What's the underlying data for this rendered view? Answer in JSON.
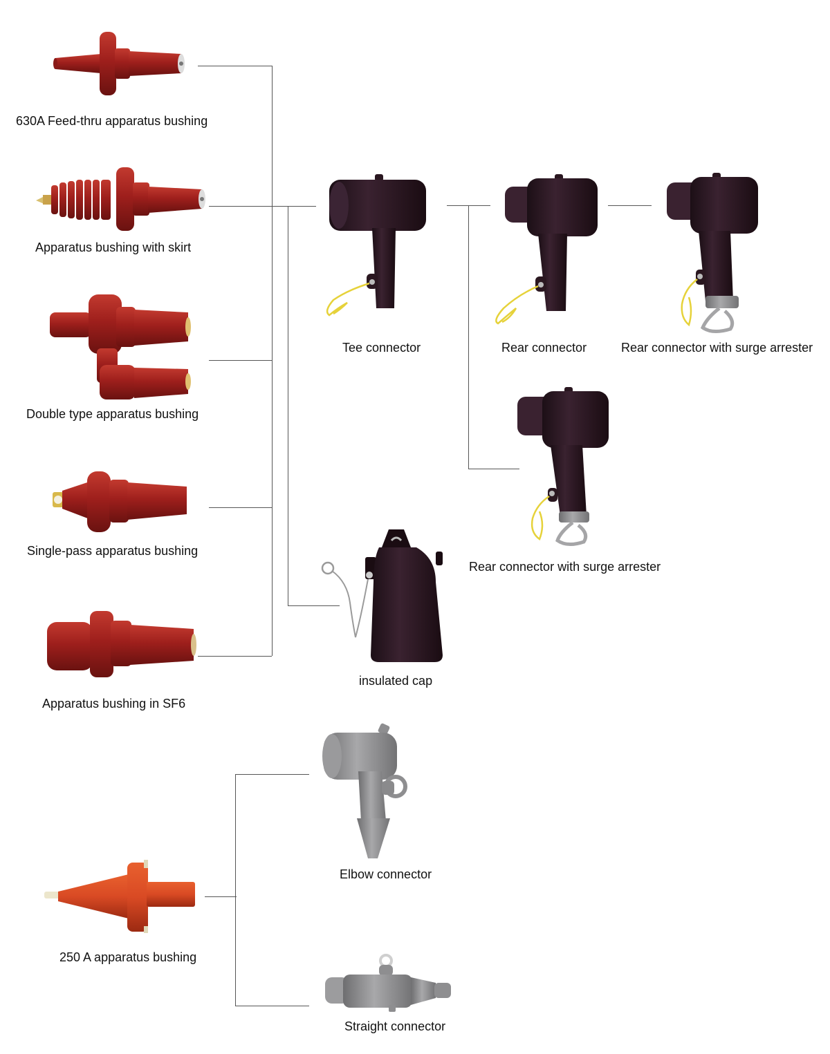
{
  "colors": {
    "background": "#ffffff",
    "connector_line": "#555555",
    "bushing_red": "#9e1f1c",
    "bushing_red_light": "#c23a2f",
    "bushing_250a_orange": "#d94a24",
    "connector_black": "#2a1720",
    "connector_gray": "#8e8e90",
    "ground_wire_yellow": "#e6d23a",
    "label_text": "#111111"
  },
  "bushings_630a": [
    {
      "id": "feed-thru",
      "label": "630A Feed-thru apparatus bushing",
      "icon": "feed-thru-bushing-icon"
    },
    {
      "id": "skirt",
      "label": "Apparatus bushing with skirt",
      "icon": "skirted-bushing-icon"
    },
    {
      "id": "double",
      "label": "Double type apparatus bushing",
      "icon": "double-bushing-icon"
    },
    {
      "id": "single-pass",
      "label": "Single-pass apparatus bushing",
      "icon": "single-pass-bushing-icon"
    },
    {
      "id": "sf6",
      "label": "Apparatus bushing in SF6",
      "icon": "sf6-bushing-icon"
    }
  ],
  "connectors_630a": [
    {
      "id": "tee",
      "label": "Tee connector",
      "icon": "tee-connector-icon"
    },
    {
      "id": "rear",
      "label": "Rear connector",
      "icon": "rear-connector-icon"
    },
    {
      "id": "rear-surge-1",
      "label": "Rear connector with surge arrester",
      "icon": "rear-connector-surge-arrester-icon"
    },
    {
      "id": "rear-surge-2",
      "label": "Rear connector with surge arrester",
      "icon": "rear-connector-surge-arrester-icon"
    },
    {
      "id": "cap",
      "label": "insulated cap",
      "icon": "insulated-cap-icon"
    }
  ],
  "bushing_250a": {
    "label": "250 A apparatus bushing",
    "icon": "bushing-250a-icon"
  },
  "connectors_250a": [
    {
      "id": "elbow",
      "label": "Elbow connector",
      "icon": "elbow-connector-icon"
    },
    {
      "id": "straight",
      "label": "Straight connector",
      "icon": "straight-connector-icon"
    }
  ]
}
